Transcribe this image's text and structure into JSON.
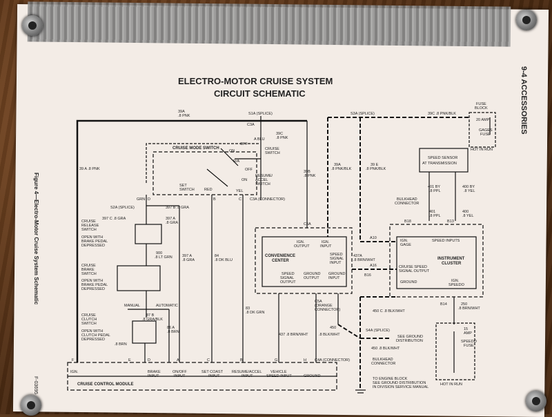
{
  "title_line1": "ELECTRO-MOTOR CRUISE SYSTEM",
  "title_line2": "CIRCUIT SCHEMATIC",
  "side_header": "9-4  ACCESSORIES",
  "figure_caption": "Figure 4—Electro-Motor Cruise System Schematic",
  "figure_code": "F-03695",
  "labels": {
    "w39a_top": "39A",
    "w39a_top_sub": ".8 PNK",
    "s1a": "S1A (SPLICE)",
    "c3a": "C3A",
    "a_blu": "A   BLU",
    "w39c": "39C",
    "w39c_sub": ".8 PNK",
    "cruise_mode_switch": "CRUISE MODE SWITCH",
    "off": "OFF",
    "on": "ON",
    "cruise_switch": "CRUISE",
    "cruise_switch2": "SWITCH",
    "ra": "R/A",
    "off2": "OFF",
    "on2": "ON",
    "resume_accel_switch": "RESUME/",
    "resume_accel_switch2": "ACCEL",
    "resume_accel_switch3": "SWITCH",
    "set_switch": "SET",
    "set_switch2": "SWITCH",
    "red": "RED",
    "yel": "YEL",
    "w39a_left": "39 A  .8 PNK",
    "grn": "GRN",
    "d_lbl": "D",
    "b_lbl": "B",
    "c_lbl": "C",
    "c3a_connector": "C3A (CONNECTOR)",
    "s2a": "S2A (SPLICE)",
    "w397b": "397 B  .8 GRA",
    "w397c": "397 C .8 GRA",
    "w397a": "397 A",
    "w397a_sub": ".8 GRA",
    "cruise_release": "CRUISE",
    "cruise_release2": "RELEASE",
    "cruise_release3": "SWITCH",
    "open_brake": "OPEN WITH",
    "open_brake2": "BRAKE PEDAL",
    "open_brake3": "DEPRESSED",
    "w900": "900",
    "w900_sub": ".8 LT GRN",
    "cruise_brake": "CRUISE",
    "cruise_brake2": "BRAKE",
    "cruise_brake3": "SWITCH",
    "open_brake_b": "OPEN WITH",
    "open_brake_b2": "BRAKE PEDAL",
    "open_brake_b3": "DEPRESSED",
    "manual": "MANUAL",
    "automatic": "AUTOMATIC",
    "cruise_clutch": "CRUISE",
    "cruise_clutch2": "CLUTCH",
    "cruise_clutch3": "SWITCH",
    "open_clutch": "OPEN WITH",
    "open_clutch2": "CLUTCH PEDAL",
    "open_clutch3": "DEPRESSED",
    "w87b": "87 B",
    "w87b_sub": ".8 GRA/BLK",
    "w86a": "86 A",
    "w86a_sub": ".8 BRN",
    "w8brn": ".8 BRN",
    "w397a_mid": "397 A",
    "w397a_mid_sub": ".8 GRA",
    "w84": "84",
    "w84_sub": ".8 DK BLU",
    "w83": "83",
    "w83_sub": ".8 DK GRN",
    "w39b": "39B",
    "w39b_sub": ".8 PNK",
    "c5a_top": "C5A",
    "ign_output": "IGN.",
    "ign_output2": "OUTPUT",
    "ign_input": "IGN.",
    "ign_input2": "INPUT",
    "convenience": "CONVENIENCE",
    "convenience2": "CENTER",
    "speed_signal_input": "SPEED",
    "speed_signal_input2": "SIGNAL",
    "speed_signal_input3": "INPUT",
    "speed_signal_output": "SPEED",
    "speed_signal_output2": "SIGNAL",
    "speed_signal_output3": "OUTPUT",
    "ground_output": "GROUND",
    "ground_output2": "OUTPUT",
    "ground_input": "GROUND",
    "ground_input2": "INPUT",
    "c5a_orange": "C5A",
    "c5a_orange2": "(ORANGE",
    "c5a_orange3": "CONNECTOR)",
    "w437": "437  .8 BRN/WHT",
    "w450_blk": ".8 BLK/WHT",
    "w450": "450",
    "w39a_pnk": "39A",
    "w39a_pnk_sub": ".8 PNK/BLK",
    "w39e": "39 E",
    "w39e_sub": ".8 PNK/BLK",
    "s3a": "S3A (SPLICE)",
    "a10": "A10",
    "w437a": "437A",
    "w437a_sub": ".8 BRN/WHT",
    "a16": "A16",
    "b16": "B16",
    "w450c": "450 C  .8 BLK/WHT",
    "s4a": "S4A (SPLICE)",
    "see_ground": "SEE GROUND",
    "see_ground2": "DISTRIBUTION",
    "w450b": "450  .8 BLK/WHT",
    "bulkhead": "BULKHEAD",
    "bulkhead2": "CONNECTOR",
    "to_engine": "TO ENGINE BLOCK",
    "to_engine2": "SEE GROUND DISTRIBUTION",
    "to_engine3": "IN DIVISION SERVICE MANUAL",
    "w39c_right": "39C  .8 PNK/BLK",
    "fuse_block": "FUSE",
    "fuse_block2": "BLOCK",
    "amp20": "20 AMP",
    "gages_fuse": "GAGES",
    "gages_fuse2": "FUSE",
    "hot_in_run": "HOT IN RUN",
    "speed_sensor": "SPEED SENSOR",
    "speed_sensor2": "AT TRANSMISSION",
    "w401": "401  BY",
    "w401_sub": ".8 PPL",
    "w400": "400  BY",
    "w400_sub": ".8 YEL",
    "bulkhead_conn": "BULKHEAD",
    "bulkhead_conn2": "CONNECTOR",
    "w401b": "401",
    "w401b_sub": ".8 PPL",
    "w400b": "400",
    "w400b_sub": ".8 YEL",
    "b18": "B18",
    "b13": "B13",
    "ign_gage": "IGN.",
    "ign_gage2": "GAGE",
    "speed_inputs": "SPEED INPUTS",
    "instrument_cluster": "INSTRUMENT",
    "instrument_cluster2": "CLUSTER",
    "cruise_speed_out": "CRUISE SPEED",
    "cruise_speed_out2": "SIGNAL OUTPUT",
    "ground_lbl": "GROUND",
    "ign_speedo": "IGN.",
    "ign_speedo2": "SPEEDO",
    "b14": "B14",
    "w250": "250",
    "w250_sub": ".8 BRN/WHT",
    "amp15": "15",
    "amp15b": "AMP",
    "speedo_fuse": "SPEEDO",
    "speedo_fuse2": "FUSE",
    "hot_in_run2": "HOT IN RUN",
    "c4a": "C4A (CONNECTOR)",
    "ign_lbl": "IGN.",
    "module_title": "CRUISE CONTROL MODULE",
    "brake_input": "BRAKE",
    "brake_input2": "INPUT",
    "onoff_input": "ON/OFF",
    "onoff_input2": "INPUT",
    "setcoast_input": "SET COAST",
    "setcoast_input2": "INPUT",
    "resume_input": "RESUME/ACCEL",
    "resume_input2": "INPUT",
    "vehicle_speed": "VEHICLE",
    "vehicle_speed2": "SPEED INPUT",
    "ground_mod": "GROUND",
    "pin_f": "F",
    "pin_e": "E",
    "pin_d": "D",
    "pin_a": "A",
    "pin_c": "C",
    "pin_b": "B",
    "pin_g": "G",
    "pin_h": "H"
  }
}
